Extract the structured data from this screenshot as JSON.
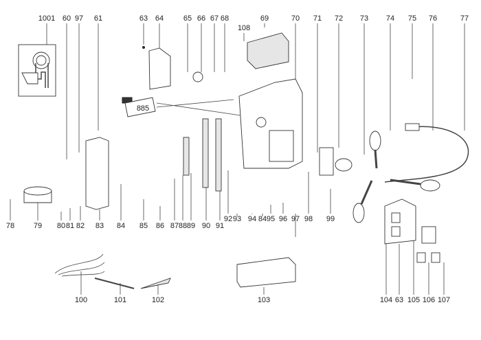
{
  "diagram": {
    "type": "exploded-parts-diagram",
    "part_labels": [
      "1001",
      "60",
      "97",
      "61",
      "63",
      "64",
      "65",
      "66",
      "67",
      "68",
      "69",
      "108",
      "70",
      "71",
      "72",
      "73",
      "74",
      "75",
      "76",
      "77",
      "78",
      "79",
      "80",
      "81",
      "82",
      "83",
      "84",
      "85",
      "86",
      "87",
      "88",
      "89",
      "90",
      "91",
      "92",
      "93",
      "94",
      "84",
      "95",
      "96",
      "97",
      "98",
      "99",
      "100",
      "101",
      "102",
      "103",
      "104",
      "63",
      "105",
      "106",
      "107"
    ],
    "tube_label": "885"
  }
}
